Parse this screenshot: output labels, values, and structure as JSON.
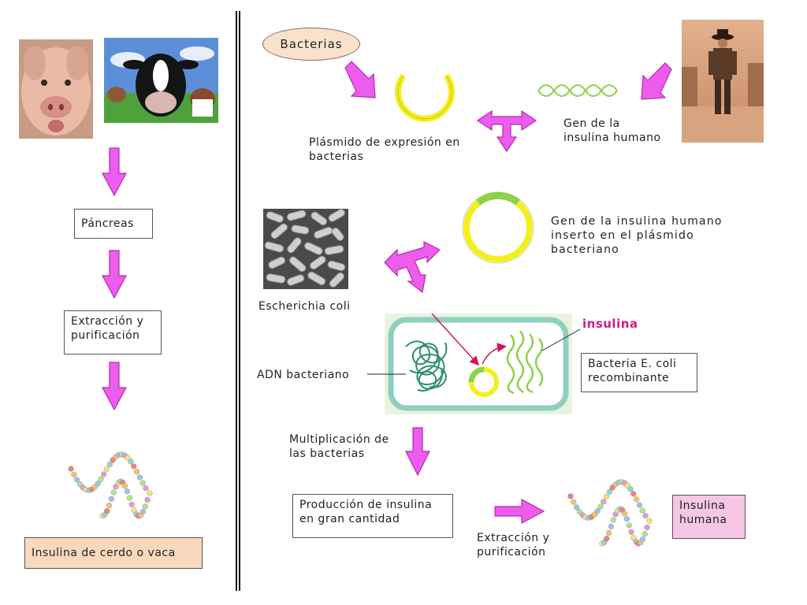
{
  "colors": {
    "arrow": "#ee5cee",
    "arrow_stroke": "#b02cb0",
    "plasmid": "#f2ef1e",
    "gene": "#8bd24d",
    "pink_box": "#f7c6e4",
    "peach_box": "#f9d9bd",
    "dna_green": "#2d8f6a"
  },
  "left": {
    "pancreas": "Páncreas",
    "extraction": "Extracción y purificación",
    "result": "Insulina de cerdo o vaca"
  },
  "right": {
    "bacterias": "Bacterias",
    "plasmid_label": "Plásmido de expresión en bacterias",
    "gene_label": "Gen de la insulina humano",
    "insert_label": "Gen de la insulina humano inserto en el plásmido bacteriano",
    "ecoli_label": "Escherichia coli",
    "insulina_label": "insulina",
    "adn_label": "ADN bacteriano",
    "recombinant_label": "Bacteria E. coli recombinante",
    "multiplication_label": "Multiplicación de las bacterias",
    "production_label": "Producción de insulina en gran cantidad",
    "extraction_label": "Extracción y purificación",
    "human_insulin": "Insulina humana"
  }
}
